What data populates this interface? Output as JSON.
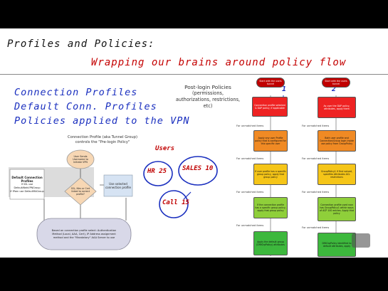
{
  "slide": {
    "title_prefix": "Profiles and Policies:",
    "title_suffix": "Wrapping our brains around policy flow",
    "bullets": [
      "Connection Profiles",
      "Default Conn. Profiles",
      "Policies applied to the VPN"
    ],
    "postlogin_title": "Post-login Policies",
    "postlogin_sub": "(permissions, authorizations, restrictions, etc)",
    "diagram_caption_1": "Connection Profile (aka Tunnel Group)",
    "diagram_caption_2": "controls the \"Pre-login Policy\"",
    "diagram": {
      "user_prompt": "User Sends Username to Initiate VPN",
      "default_profile": "Default Connection Profiles",
      "default_profile_lines": "If SSL use DefaultWebVPNGroup\nIf IPsec use DefaultRAGroup",
      "decision": "SSL, IKev or Cert linked to correct profile?",
      "use_selected": "Use selected connection profile",
      "based_on": "Based on connection profile select: Authentication Method (Local, AAA, Cert), IP Address assignment method and the \"Mandatory\" AAA Server to use"
    },
    "handwritten": {
      "users_label": "Users",
      "hr": "HR 25",
      "sales": "SALES 10",
      "call": "Call 15"
    },
    "flow_labels": {
      "for_unmatched": "For unmatched items"
    },
    "flow_left": [
      "Start with the users tunnel",
      "Connection profile selected & DAP policy, if applicable",
      "Apply any user Profile policy that is configured for this specific user",
      "If user profile has a specific group policy, apply that group policy",
      "If the connection profile has a specific group policy, apply that group policy",
      "Apply the default group (DfltGrpPolicy) attributes"
    ],
    "flow_right": [
      "Start with the users tunnel",
      "As user the DAP policy, attributes, apply them",
      "Both user profile and Connection/Group login inside use policy from GroupPolicy",
      "GroupPolicy1 if first valued, specifies Attributes ACL restrictions",
      "Connection profile used now has GroupPolicy1 within ways of ACP 100 entries. Apply that policy",
      "DfltGrpPolicy identified to default attributes, apply"
    ],
    "flow_numbers": [
      "1",
      "2"
    ]
  }
}
